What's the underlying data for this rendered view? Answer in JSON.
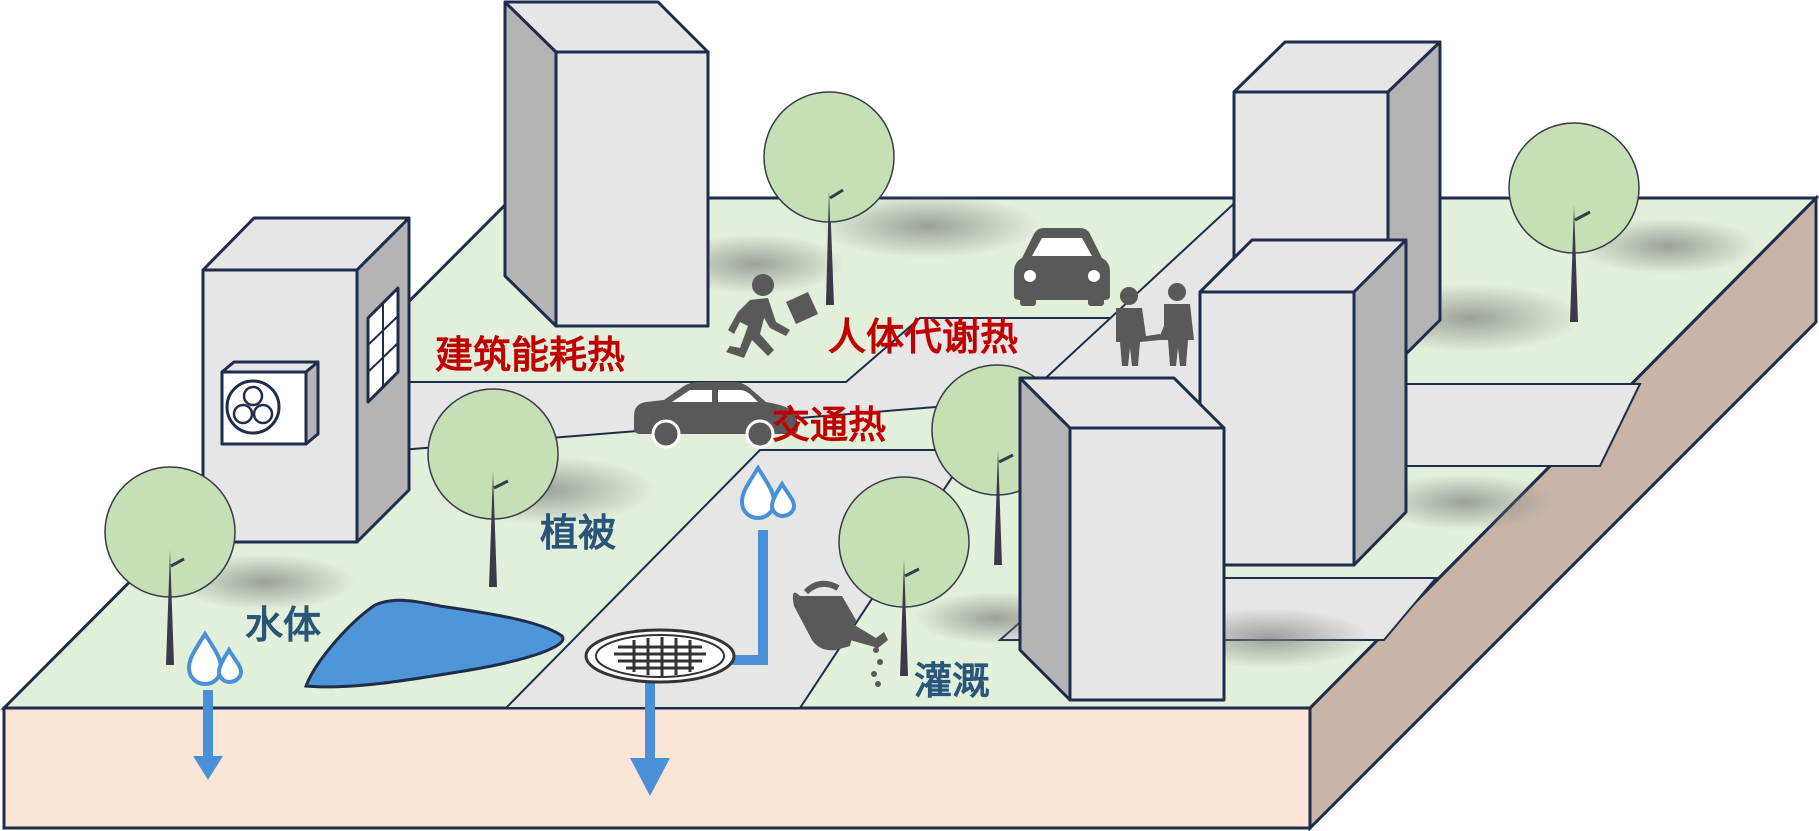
{
  "labels": {
    "building_heat": "建筑能耗热",
    "human_heat": "人体代谢热",
    "traffic_heat": "交通热",
    "vegetation": "植被",
    "water_body": "水体",
    "irrigation": "灌溉"
  },
  "colors": {
    "heat_label": "#c00000",
    "water_label": "#2a5478",
    "ground_green": "#e2efda",
    "road_gray": "#e6e6e6",
    "soil_front": "#fbe5d6",
    "soil_side": "#c9b5a8",
    "building_front": "#e7e6e6",
    "building_side": "#b4b4b4",
    "outline": "#1f2d4d",
    "tree_crown": "#c5e0b4",
    "water_blue": "#4a90d9",
    "icon_gray": "#555555"
  }
}
